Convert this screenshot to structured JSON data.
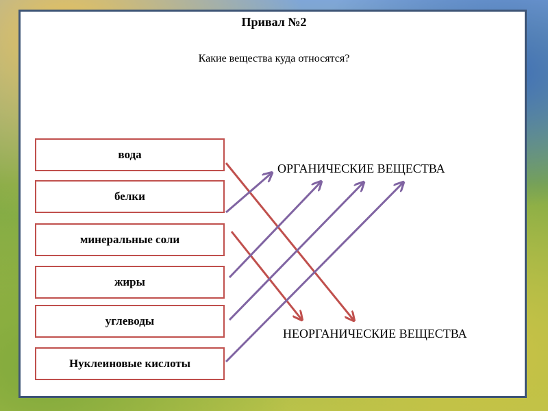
{
  "slide": {
    "title": "Привал №2",
    "question": "Какие вещества куда относятся?"
  },
  "items": [
    {
      "label": "вода",
      "category": "inorganic"
    },
    {
      "label": "белки",
      "category": "organic"
    },
    {
      "label": "минеральные соли",
      "category": "inorganic"
    },
    {
      "label": "жиры",
      "category": "organic"
    },
    {
      "label": "углеводы",
      "category": "organic"
    },
    {
      "label": "Нуклеиновые кислоты",
      "category": "organic"
    }
  ],
  "targets": {
    "organic": "ОРГАНИЧЕСКИЕ ВЕЩЕСТВА",
    "inorganic": "НЕОРГАНИЧЕСКИЕ ВЕЩЕСТВА"
  },
  "colors": {
    "frame": "#3e5576",
    "box_border": "#c0504d",
    "arrow_inorganic": "#c0504d",
    "arrow_organic": "#8064a2"
  }
}
